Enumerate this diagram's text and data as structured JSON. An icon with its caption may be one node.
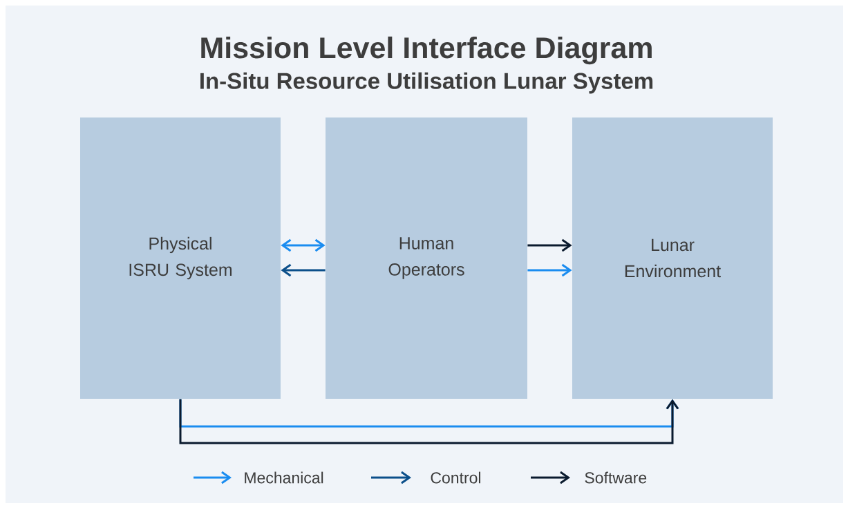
{
  "diagram": {
    "title": "Mission Level Interface Diagram",
    "caption": "In-Situ Resource Utilisation Lunar System",
    "nodes": [
      {
        "text": [
          "Physical ISRU System"
        ]
      },
      {
        "text": [
          "Human Operators"
        ]
      },
      {
        "text": [
          "Lunar Environment"
        ]
      }
    ],
    "edges": [
      {
        "from": 0,
        "to": 1,
        "arrow": "both"
      },
      {
        "from": 1,
        "to": 0,
        "arrow": "to",
        "color": "#0b4f8a"
      },
      {
        "from": 1,
        "to": 2,
        "arrow": "to",
        "color": "#0a1a2e"
      },
      {
        "from": 1,
        "to": 2,
        "arrow": "to"
      },
      {
        "from": 0,
        "to": 2,
        "arrow": "to"
      },
      {
        "from": 0,
        "to": 2,
        "arrow": "to",
        "color": "#0a1a2e"
      }
    ],
    "legend": [
      {
        "text": "Mechanical",
        "color": "#1a8cf0"
      },
      {
        "text": "Control",
        "color": "#0b4f8a"
      },
      {
        "text": "Software",
        "color": "#0a1a2e"
      }
    ]
  }
}
